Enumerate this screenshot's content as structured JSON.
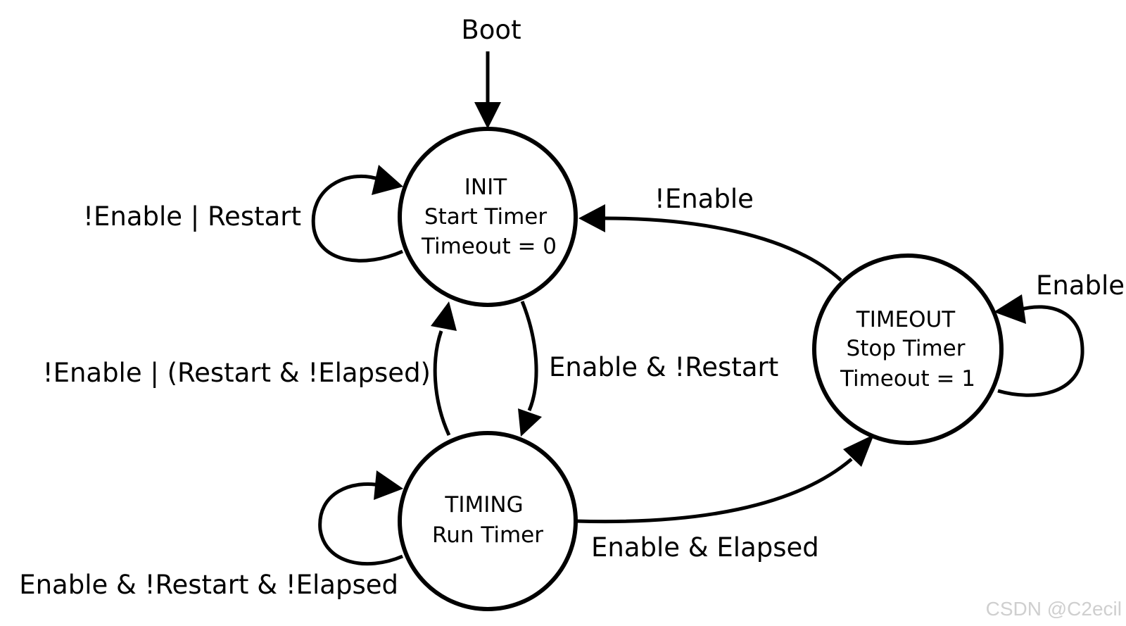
{
  "diagram": {
    "entry_label": "Boot",
    "states": {
      "init": {
        "name": "INIT",
        "line2": "Start Timer",
        "line3": "Timeout = 0"
      },
      "timing": {
        "name": "TIMING",
        "line2": "Run Timer"
      },
      "timeout": {
        "name": "TIMEOUT",
        "line2": "Stop Timer",
        "line3": "Timeout = 1"
      }
    },
    "transitions": {
      "init_self": "!Enable | Restart",
      "init_to_timing": "Enable & !Restart",
      "timing_to_init": "!Enable | (Restart & !Elapsed)",
      "timing_self": "Enable & !Restart & !Elapsed",
      "timing_to_timeout": "Enable & Elapsed",
      "timeout_to_init": "!Enable",
      "timeout_self": "Enable"
    }
  },
  "watermark": "CSDN @C2ecil"
}
